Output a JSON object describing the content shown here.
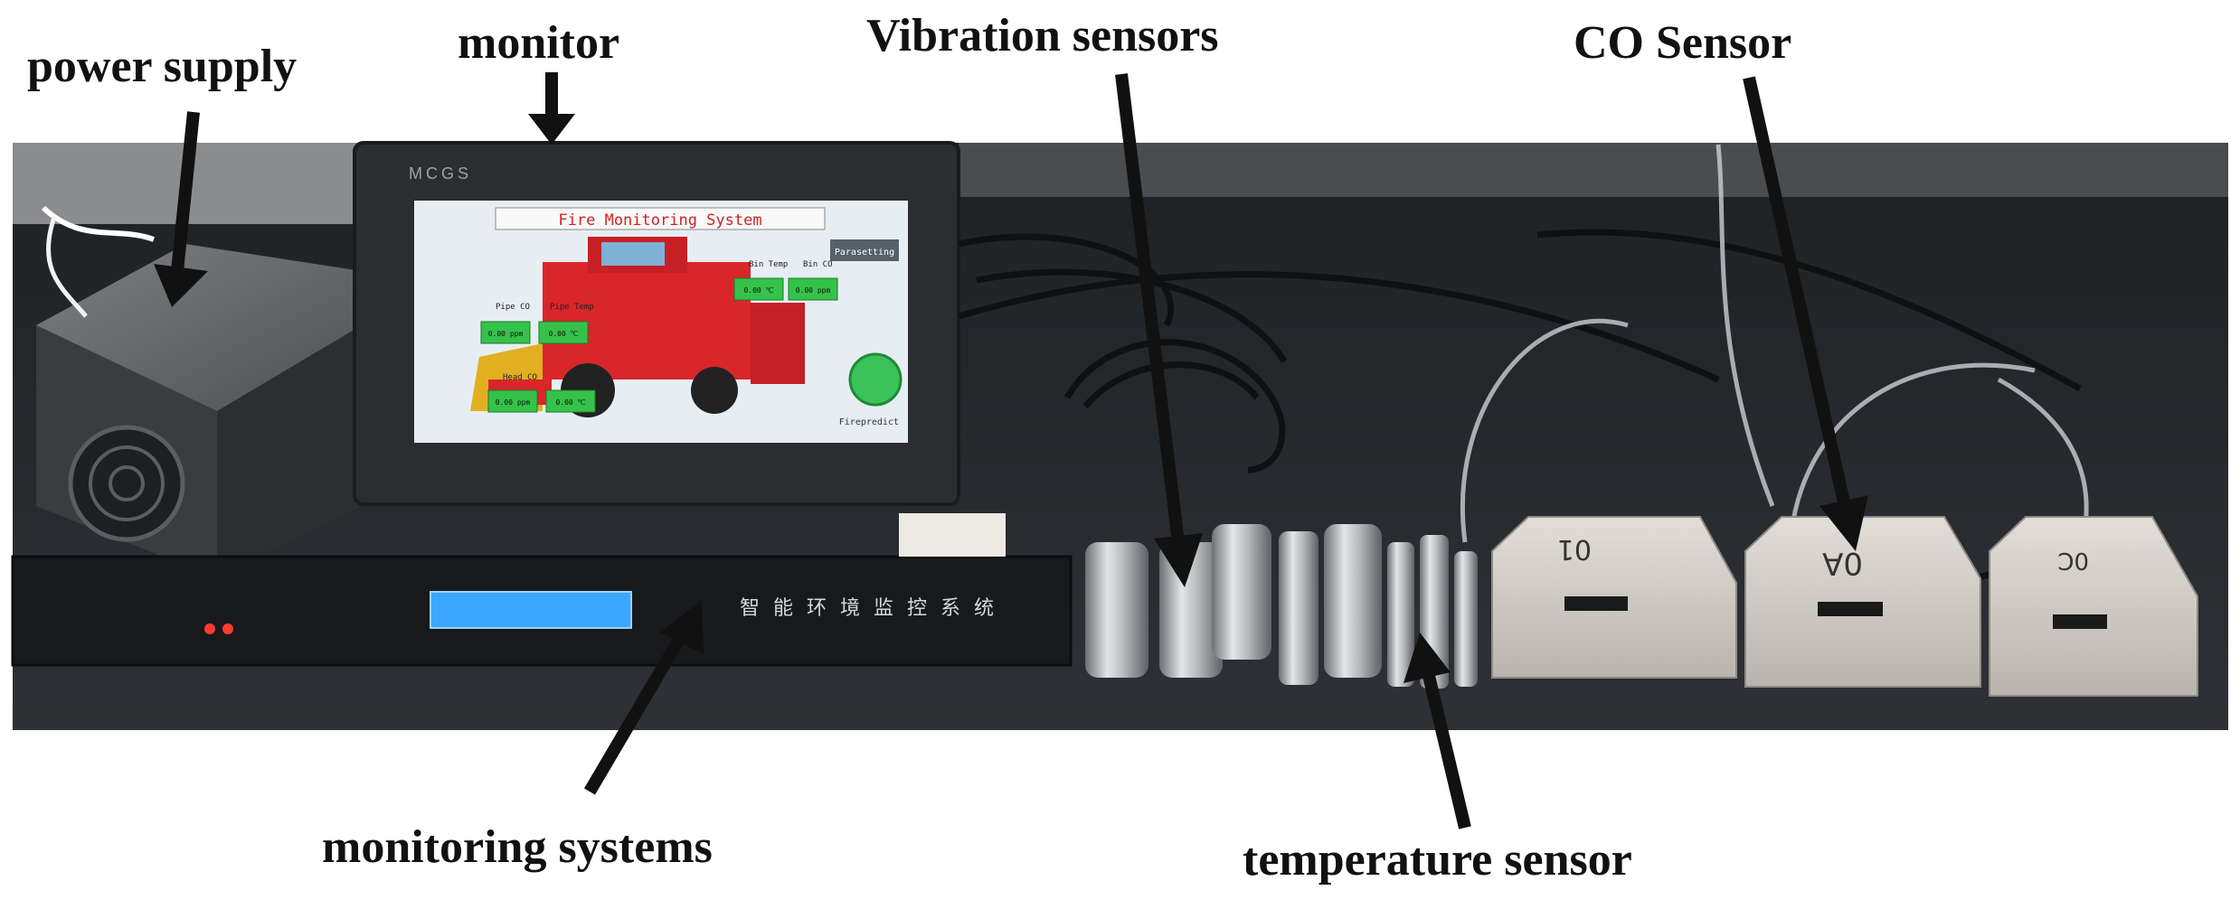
{
  "labels": {
    "power_supply": "power supply",
    "monitor": "monitor",
    "vibration_sensors": "Vibration sensors",
    "co_sensor": "CO Sensor",
    "monitoring_systems": "monitoring systems",
    "temperature_sensor": "temperature sensor"
  },
  "photo": {
    "monitor_brand": "MCGS",
    "screen_title": "Fire Monitoring System",
    "screen_button": "Parasetting",
    "screen_footer": "Firepredict",
    "screen_labels": {
      "pipe_co": "Pipe CO",
      "pipe_temp": "Pipe Temp",
      "bin_temp": "Bin Temp",
      "bin_co": "Bin CO",
      "head_co": "Head CO"
    },
    "screen_values": {
      "temp": "0.00 ℃",
      "co": "0.00 ppm"
    },
    "system_panel_text": "智 能 环 境 监 控 系 统",
    "co_sensor_marks": [
      "01",
      "0A",
      "0C"
    ]
  },
  "colors": {
    "background": "#ffffff",
    "desk": "#2a2c2f",
    "screen_bg": "#e7eef3",
    "screen_green": "#35c24a",
    "harvester_red": "#d9262b",
    "lcd_blue": "#3aa6ff",
    "arrow": "#111111"
  }
}
